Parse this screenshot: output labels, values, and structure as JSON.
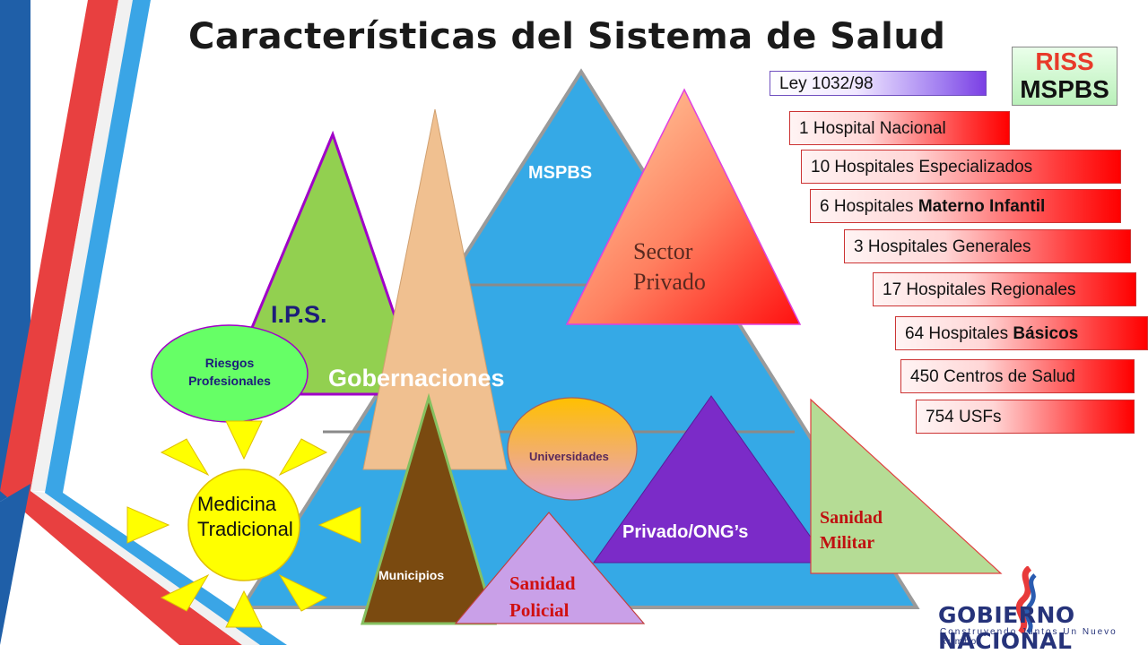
{
  "title": "Características del Sistema de Salud",
  "riss": {
    "line1": "RISS",
    "line2": "MSPBS"
  },
  "diagram": {
    "mspbs": "MSPBS",
    "ips": "I.P.S.",
    "sector_privado": [
      "Sector",
      "Privado"
    ],
    "gobernaciones": "Gobernaciones",
    "riesgos": [
      "Riesgos",
      "Profesionales"
    ],
    "universidades": "Universidades",
    "medicina": [
      "Medicina",
      "Tradicional"
    ],
    "municipios": "Municipios",
    "privado_ongs": "Privado/ONG’s",
    "sanidad_policial": [
      "Sanidad",
      "Policial"
    ],
    "sanidad_militar": [
      "Sanidad",
      "Militar"
    ]
  },
  "facts": [
    {
      "pre": "Ley 1032/98",
      "bold": "",
      "post": ""
    },
    {
      "pre": "1 Hospital Nacional",
      "bold": "",
      "post": ""
    },
    {
      "pre": "10 Hospitales Especializados",
      "bold": "",
      "post": ""
    },
    {
      "pre": "6 Hospitales ",
      "bold": "Materno Infantil",
      "post": ""
    },
    {
      "pre": "3 Hospitales Generales",
      "bold": "",
      "post": ""
    },
    {
      "pre": "17 Hospitales Regionales",
      "bold": "",
      "post": ""
    },
    {
      "pre": "64 Hospitales ",
      "bold": "Básicos",
      "post": ""
    },
    {
      "pre": "450 Centros de Salud",
      "bold": "",
      "post": ""
    },
    {
      "pre": "754 USFs",
      "bold": "",
      "post": ""
    }
  ],
  "logo": {
    "name": "GOBIERNO NACIONAL",
    "tagline": "Construyendo Juntos Un Nuevo Rumbo"
  },
  "colors": {
    "pyramid": "#35a9e6",
    "ips": "#92d050",
    "gobernaciones": "#f0c090",
    "municipios": "#7a4a10",
    "privado_ongs": "#7b2bc8",
    "sanidad_policial": "#c9a0e8",
    "sanidad_militar": "#b5dc95",
    "sun": "#ffff00",
    "riesgos": "#66ff66",
    "red_box": "#ff0000"
  }
}
